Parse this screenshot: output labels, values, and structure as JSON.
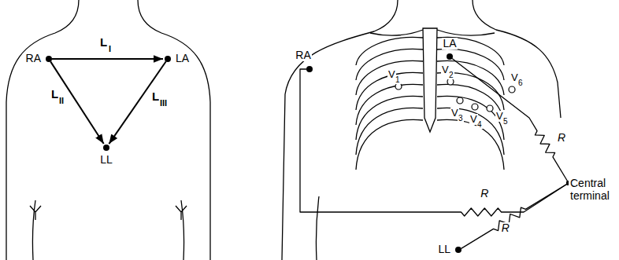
{
  "diagram": {
    "nodes": [
      {
        "text": [
          "RA"
        ]
      },
      {
        "text": [
          "LA"
        ]
      },
      {
        "text": [
          "LL"
        ]
      },
      {
        "text": [
          "RA"
        ]
      },
      {
        "text": [
          "LA"
        ]
      },
      {
        "text": [
          "LL"
        ]
      },
      {
        "text": [
          "Central terminal"
        ]
      }
    ],
    "edges": [
      {
        "from": 0,
        "to": 1,
        "arrow": "to"
      },
      {
        "from": 0,
        "to": 2,
        "arrow": "to"
      },
      {
        "from": 1,
        "to": 2,
        "arrow": "to"
      },
      {
        "from": 3,
        "to": 6,
        "label": "R",
        "arrow": "none"
      },
      {
        "from": 4,
        "to": 6,
        "label": "R",
        "arrow": "none"
      },
      {
        "from": 5,
        "to": 6,
        "label": "R",
        "arrow": "none"
      }
    ],
    "labels": [
      "L",
      "I",
      "L",
      "II",
      "L",
      "III",
      "V",
      "1",
      "V",
      "2",
      "V",
      "3",
      "V",
      "4",
      "V",
      "5",
      "V",
      "6"
    ]
  }
}
